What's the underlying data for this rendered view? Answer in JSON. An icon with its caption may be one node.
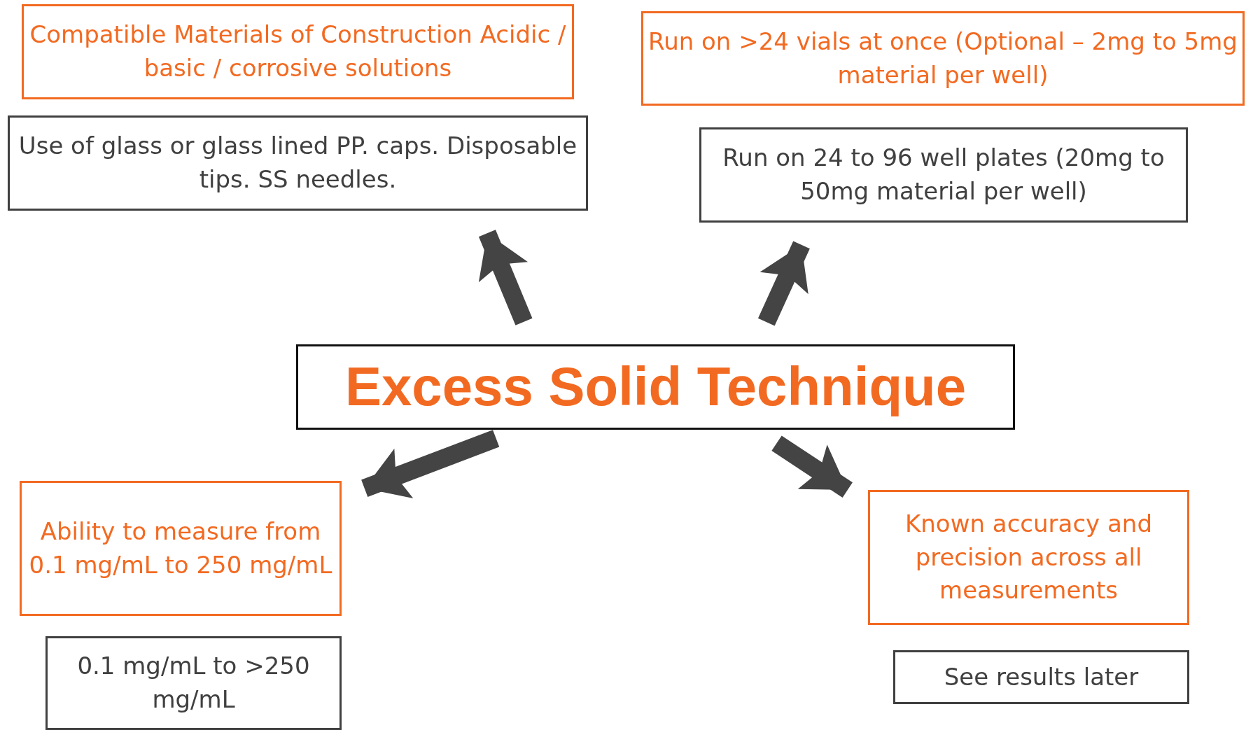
{
  "diagram": {
    "nodes": [
      {
        "text": [
          "Compatible Materials of Construction Acidic / basic / corrosive solutions"
        ]
      },
      {
        "text": [
          "Use of glass or glass lined PP. caps. Disposable tips. SS needles."
        ]
      },
      {
        "text": [
          "Run on >24  vials at once (Optional – 2mg to 5mg material per well)"
        ]
      },
      {
        "text": [
          "Run on 24 to 96 well plates (20mg to 50mg material per well)"
        ]
      },
      {
        "text": [
          "Excess Solid Technique"
        ]
      },
      {
        "text": [
          "Ability to measure from 0.1 mg/mL to 250 mg/mL"
        ]
      },
      {
        "text": [
          "0.1 mg/mL to >250 mg/mL"
        ]
      },
      {
        "text": [
          "Known accuracy and precision across all measurements"
        ]
      },
      {
        "text": [
          "See results later"
        ]
      }
    ],
    "edges": [
      {
        "from": 4,
        "to": 1,
        "arrow": "to"
      },
      {
        "from": 4,
        "to": 3,
        "arrow": "to"
      },
      {
        "from": 4,
        "to": 5,
        "arrow": "to"
      },
      {
        "from": 4,
        "to": 7,
        "arrow": "to"
      }
    ]
  }
}
